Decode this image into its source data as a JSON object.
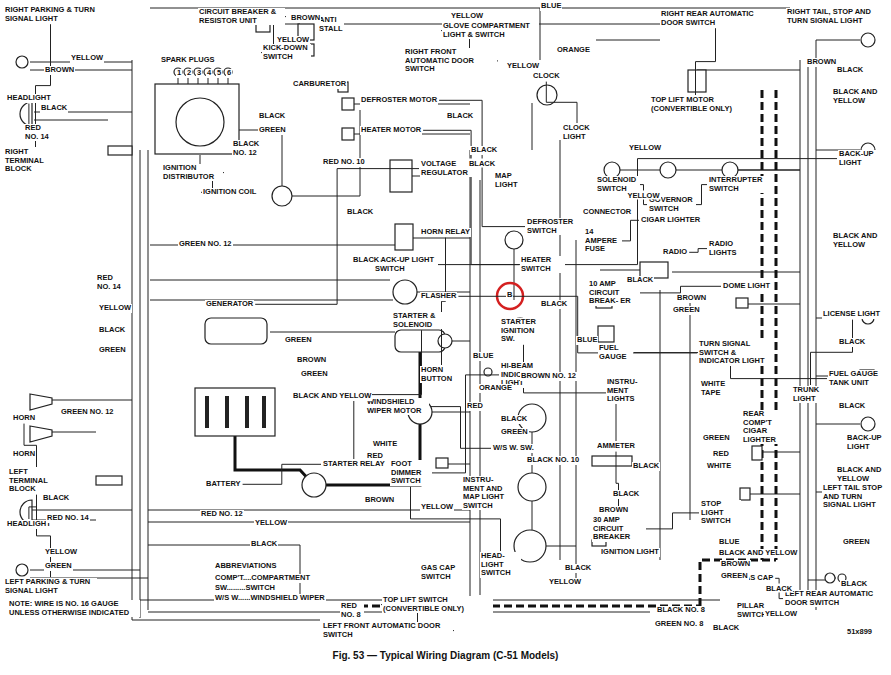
{
  "diagram": {
    "caption": "Fig. 53 — Typical Wiring Diagram (C-51 Models)",
    "nodes": [
      {
        "text": [
          "RIGHT PARKING & TURN SIGNAL LIGHT"
        ]
      },
      {
        "text": [
          "HEADLIGHT"
        ]
      },
      {
        "text": [
          "RIGHT TERMINAL BLOCK"
        ]
      },
      {
        "text": [
          "CIRCUIT BREAKER & RESISTOR UNIT"
        ]
      },
      {
        "text": [
          "ANTI STALL"
        ]
      },
      {
        "text": [
          "KICK-DOWN SWITCH"
        ]
      },
      {
        "text": [
          "SPARK PLUGS"
        ]
      },
      {
        "text": [
          "CARBURETOR"
        ]
      },
      {
        "text": [
          "IGNITION DISTRIBUTOR"
        ]
      },
      {
        "text": [
          "DEFROSTER MOTOR"
        ]
      },
      {
        "text": [
          "HEATER MOTOR"
        ]
      },
      {
        "text": [
          "IGNITION COIL"
        ]
      },
      {
        "text": [
          "GLOVE COMPARTMENT LIGHT & SWITCH"
        ]
      },
      {
        "text": [
          "RIGHT FRONT AUTOMATIC DOOR SWITCH"
        ]
      },
      {
        "text": [
          "CLOCK"
        ]
      },
      {
        "text": [
          "CLOCK LIGHT"
        ]
      },
      {
        "text": [
          "VOLTAGE REGULATOR"
        ]
      },
      {
        "text": [
          "HORN RELAY"
        ]
      },
      {
        "text": [
          "MAP LIGHT"
        ]
      },
      {
        "text": [
          "DEFROSTER SWITCH"
        ]
      },
      {
        "text": [
          "HEATER SWITCH"
        ]
      },
      {
        "text": [
          "BACK-UP LIGHT SWITCH"
        ]
      },
      {
        "text": [
          "FLASHER"
        ]
      },
      {
        "text": [
          "STARTER IGNITION SW."
        ]
      },
      {
        "text": [
          "GENERATOR"
        ]
      },
      {
        "text": [
          "STARTER & SOLENOID"
        ]
      },
      {
        "text": [
          "HORN BUTTON"
        ]
      },
      {
        "text": [
          "HI-BEAM INDICATOR LIGHT"
        ]
      },
      {
        "text": [
          "WINDSHIELD WIPER MOTOR"
        ]
      },
      {
        "text": [
          "W/S W. SW."
        ]
      },
      {
        "text": [
          "BATTERY"
        ]
      },
      {
        "text": [
          "STARTER RELAY"
        ]
      },
      {
        "text": [
          "FOOT DIMMER SWITCH"
        ]
      },
      {
        "text": [
          "INSTRU- MENT AND MAP LIGHT SWITCH"
        ]
      },
      {
        "text": [
          "HEAD- LIGHT SWITCH"
        ]
      },
      {
        "text": [
          "GAS CAP SWITCH"
        ]
      },
      {
        "text": [
          "TOP LIFT SWITCH (CONVERTIBLE ONLY)"
        ]
      },
      {
        "text": [
          "LEFT FRONT AUTOMATIC DOOR SWITCH"
        ]
      },
      {
        "text": [
          "HORN"
        ]
      },
      {
        "text": [
          "HORN"
        ]
      },
      {
        "text": [
          "LEFT TERMINAL BLOCK"
        ]
      },
      {
        "text": [
          "HEADLIGHT"
        ]
      },
      {
        "text": [
          "LEFT PARKING & TURN SIGNAL LIGHT"
        ]
      },
      {
        "text": [
          "RIGHT REAR AUTOMATIC DOOR SWITCH"
        ]
      },
      {
        "text": [
          "RIGHT TAIL, STOP AND TURN SIGNAL LIGHT"
        ]
      },
      {
        "text": [
          "TOP LIFT MOTOR (CONVERTIBLE ONLY)"
        ]
      },
      {
        "text": [
          "SOLENOID SWITCH"
        ]
      },
      {
        "text": [
          "GOVERNOR SWITCH"
        ]
      },
      {
        "text": [
          "INTERRUPTER SWITCH"
        ]
      },
      {
        "text": [
          "CONNECTOR"
        ]
      },
      {
        "text": [
          "14 AMPERE FUSE"
        ]
      },
      {
        "text": [
          "CIGAR LIGHTER"
        ]
      },
      {
        "text": [
          "RADIO"
        ]
      },
      {
        "text": [
          "RADIO LIGHTS"
        ]
      },
      {
        "text": [
          "DOME LIGHT"
        ]
      },
      {
        "text": [
          "10 AMP CIRCUIT BREAK- ER"
        ]
      },
      {
        "text": [
          "FUEL GAUGE"
        ]
      },
      {
        "text": [
          "TURN SIGNAL SWITCH & INDICATOR LIGHT"
        ]
      },
      {
        "text": [
          "INSTRU- MENT LIGHTS"
        ]
      },
      {
        "text": [
          "WHITE TAPE"
        ]
      },
      {
        "text": [
          "REAR COMP'T CIGAR LIGHTER"
        ]
      },
      {
        "text": [
          "AMMETER"
        ]
      },
      {
        "text": [
          "30 AMP CIRCUIT BREAKER"
        ]
      },
      {
        "text": [
          "IGNITION LIGHT"
        ]
      },
      {
        "text": [
          "STOP LIGHT SWITCH"
        ]
      },
      {
        "text": [
          "BACK-UP LIGHT"
        ]
      },
      {
        "text": [
          "LICENSE LIGHT"
        ]
      },
      {
        "text": [
          "TRUNK LIGHT"
        ]
      },
      {
        "text": [
          "FUEL GAUGE TANK UNIT"
        ]
      },
      {
        "text": [
          "BACK-UP LIGHT"
        ]
      },
      {
        "text": [
          "LEFT TAIL STOP AND TURN SIGNAL LIGHT"
        ]
      },
      {
        "text": [
          "GAS CAP"
        ]
      },
      {
        "text": [
          "LEFT REAR AUTOMATIC DOOR SWITCH"
        ]
      },
      {
        "text": [
          "PILLAR SWITCH"
        ]
      }
    ],
    "edges": [
      {
        "from": 0,
        "to": 2,
        "arrow": "none"
      },
      {
        "from": 1,
        "to": 2,
        "arrow": "none"
      },
      {
        "from": 40,
        "to": 41,
        "arrow": "none"
      },
      {
        "from": 40,
        "to": 42,
        "arrow": "none"
      },
      {
        "from": 38,
        "to": 40,
        "arrow": "none"
      },
      {
        "from": 11,
        "to": 8,
        "arrow": "none"
      },
      {
        "from": 16,
        "to": 24,
        "arrow": "none"
      },
      {
        "from": 17,
        "to": 26,
        "arrow": "none"
      },
      {
        "from": 22,
        "to": 57,
        "arrow": "none"
      },
      {
        "from": 30,
        "to": 31,
        "arrow": "none"
      },
      {
        "from": 31,
        "to": 25,
        "arrow": "none"
      },
      {
        "from": 23,
        "to": 61,
        "arrow": "none"
      },
      {
        "from": 61,
        "to": 62,
        "arrow": "none"
      },
      {
        "from": 34,
        "to": 32,
        "arrow": "none"
      },
      {
        "from": 32,
        "to": 27,
        "arrow": "none"
      },
      {
        "from": 29,
        "to": 28,
        "arrow": "none"
      },
      {
        "from": 56,
        "to": 68,
        "arrow": "none"
      },
      {
        "from": 62,
        "to": 64,
        "arrow": "none"
      },
      {
        "from": 55,
        "to": 54,
        "arrow": "none"
      },
      {
        "from": 50,
        "to": 51,
        "arrow": "none"
      },
      {
        "from": 52,
        "to": 53,
        "arrow": "none"
      },
      {
        "from": 46,
        "to": 47,
        "label": "YELLOW",
        "arrow": "none"
      },
      {
        "from": 47,
        "to": 48,
        "arrow": "none"
      },
      {
        "from": 45,
        "to": 43,
        "arrow": "none"
      },
      {
        "from": 71,
        "to": 72,
        "label": "BLACK",
        "arrow": "none"
      },
      {
        "from": 19,
        "to": 9,
        "label": "BLACK",
        "arrow": "none"
      },
      {
        "from": 20,
        "to": 10,
        "arrow": "none"
      },
      {
        "from": 14,
        "to": 15,
        "arrow": "none"
      },
      {
        "from": 67,
        "to": 66,
        "arrow": "none"
      },
      {
        "from": 36,
        "to": 37,
        "arrow": "none"
      },
      {
        "from": 3,
        "to": 5,
        "arrow": "none"
      },
      {
        "from": 13,
        "to": 12,
        "arrow": "none"
      },
      {
        "from": 21,
        "to": 65,
        "arrow": "none"
      }
    ],
    "labels": [
      "YELLOW",
      "BROWN",
      "BLACK",
      "RED NO. 14",
      "RED NO. 14",
      "YELLOW",
      "BLACK",
      "GREEN",
      "BLACK",
      "RED NO. 14",
      "YELLOW",
      "GREEN",
      "BROWN",
      "YELLOW",
      "BLUE",
      "YELLOW",
      "ORANGE",
      "YELLOW",
      "BLACK",
      "GREEN",
      "BLACK NO. 12",
      "BLACK",
      "RED NO. 10",
      "BLACK",
      "BLACK",
      "GREEN",
      "BROWN",
      "GREEN",
      "BLACK AND YELLOW",
      "WHITE",
      "RED",
      "BROWN",
      "RED NO. 12",
      "YELLOW",
      "BLACK",
      "RED NO. 8",
      "YELLOW",
      "BLUE",
      "ORANGE",
      "BROWN NO. 12",
      "RED",
      "BLACK",
      "GREEN",
      "BLACK NO. 10",
      "BLACK",
      "BROWN",
      "BLACK",
      "YELLOW",
      "BLACK",
      "GREEN",
      "RED",
      "WHITE",
      "YELLOW",
      "BLACK",
      "BROWN",
      "GREEN",
      "BLACK",
      "BLUE",
      "BROWN",
      "BLACK",
      "BLACK AND YELLOW",
      "BLACK AND YELLOW",
      "BLACK",
      "BLACK",
      "BLACK AND YELLOW",
      "GREEN",
      "BLACK",
      "BLUE",
      "BLACK AND YELLOW",
      "BROWN",
      "GREEN",
      "YELLOW",
      "BLACK",
      "BLACK NO. 8",
      "GREEN NO. 8",
      "GREEN NO. 12",
      "GREEN NO. 12",
      "1",
      "2",
      "3",
      "4",
      "5",
      "6",
      "B",
      "ABBREVIATIONS",
      "COMP'T....COMPARTMENT",
      "SW.........SWITCH",
      "W/S W......WINDSHIELD WIPER",
      "NOTE: WIRE IS NO. 16 GAUGE UNLESS OTHERWISE INDICATED",
      "51x899",
      "BLACK"
    ]
  }
}
